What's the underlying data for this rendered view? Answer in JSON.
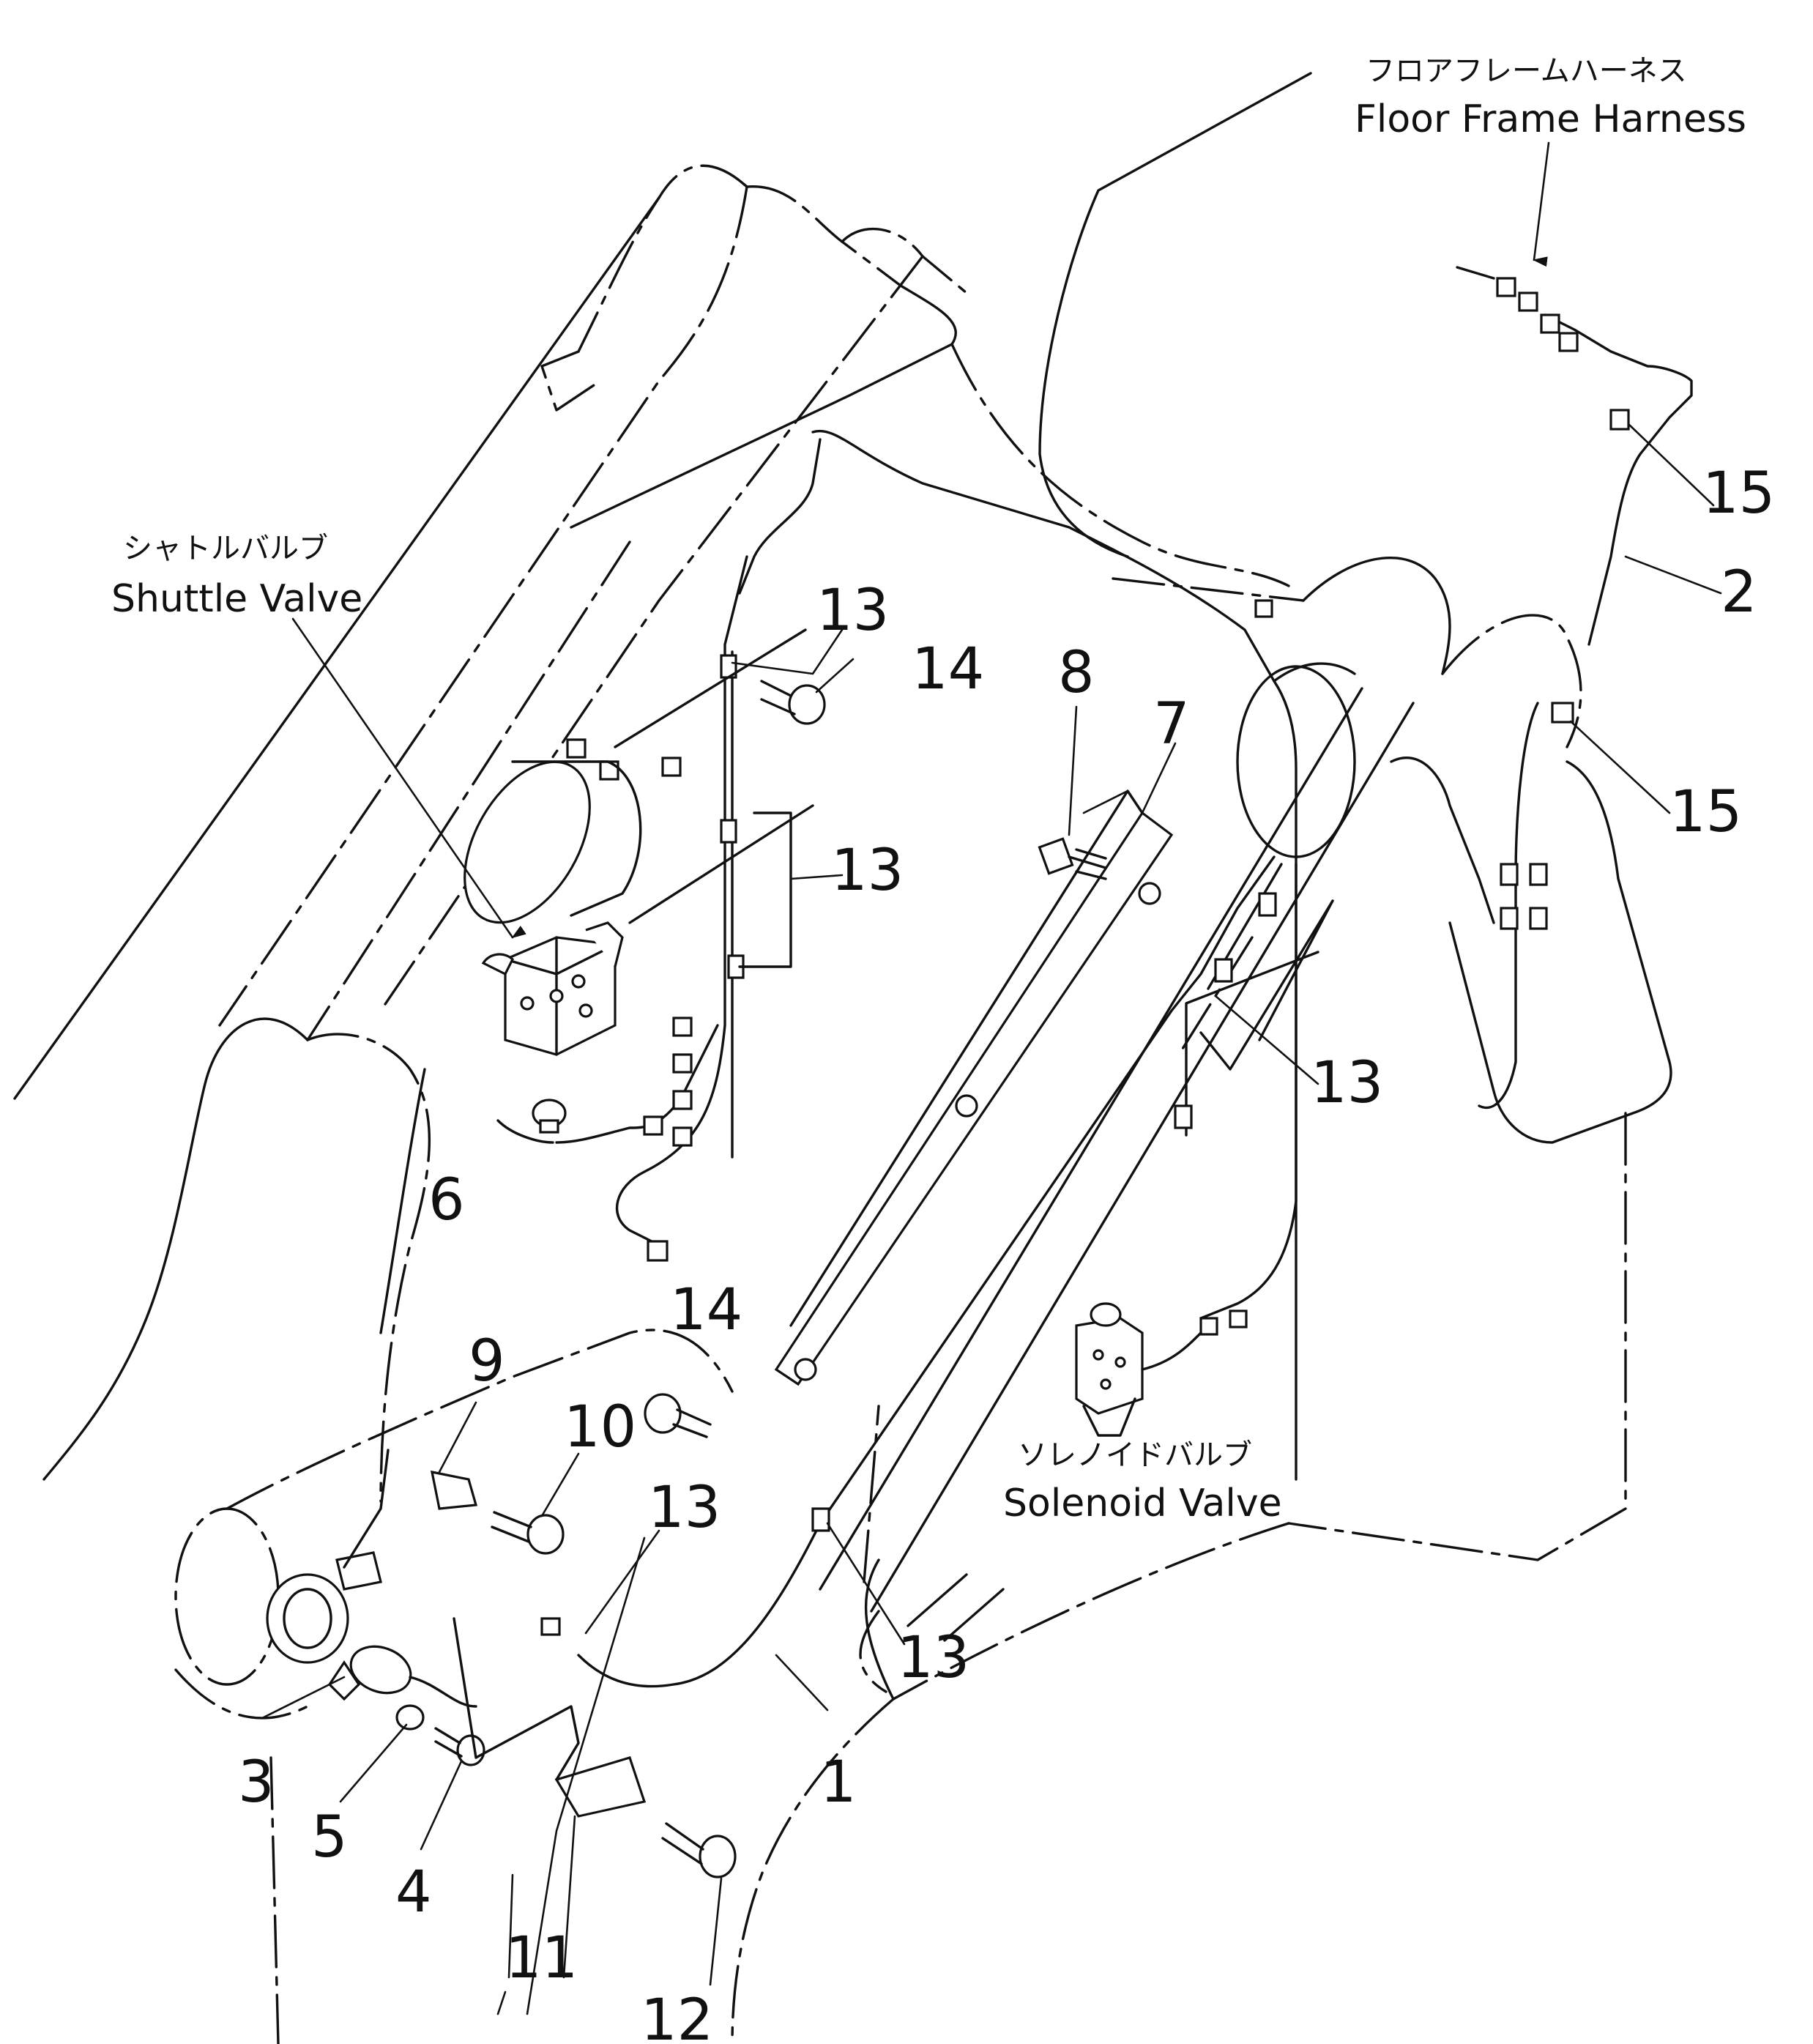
{
  "labels": {
    "floor_frame_harness_jp": "フロアフレームハーネス",
    "floor_frame_harness_en": "Floor Frame Harness",
    "shuttle_valve_jp": "シャトルバルブ",
    "shuttle_valve_en": "Shuttle Valve",
    "solenoid_valve_jp": "ソレノイドバルブ",
    "solenoid_valve_en": "Solenoid Valve"
  },
  "callouts": {
    "c1": "1",
    "c2": "2",
    "c3": "3",
    "c4": "4",
    "c5": "5",
    "c6": "6",
    "c7": "7",
    "c8": "8",
    "c9": "9",
    "c10": "10",
    "c11": "11",
    "c12": "12",
    "c13a": "13",
    "c13b": "13",
    "c13c": "13",
    "c13d": "13",
    "c13e": "13",
    "c14a": "14",
    "c14b": "14",
    "c15a": "15",
    "c15b": "15"
  }
}
